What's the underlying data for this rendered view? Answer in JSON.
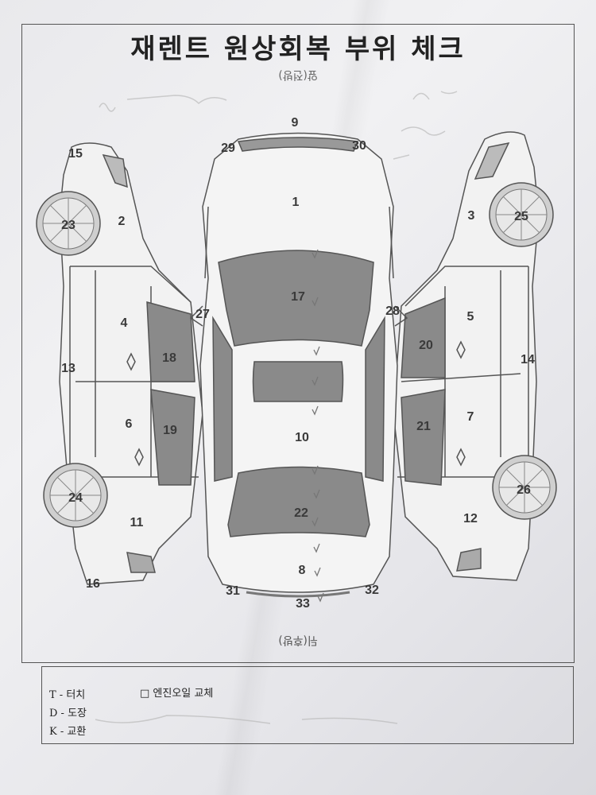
{
  "title": "재렌트 원상회복 부위 체크",
  "front_label": "앞(전방)",
  "rear_label": "뒤(후방)",
  "part_numbers": {
    "n1": "1",
    "n2": "2",
    "n3": "3",
    "n4": "4",
    "n5": "5",
    "n6": "6",
    "n7": "7",
    "n8": "8",
    "n9": "9",
    "n10": "10",
    "n11": "11",
    "n12": "12",
    "n13": "13",
    "n14": "14",
    "n15": "15",
    "n16": "16",
    "n17": "17",
    "n18": "18",
    "n19": "19",
    "n20": "20",
    "n21": "21",
    "n22": "22",
    "n23": "23",
    "n24": "24",
    "n25": "25",
    "n26": "26",
    "n27": "27",
    "n28": "28",
    "n29": "29",
    "n30": "30",
    "n31": "31",
    "n32": "32",
    "n33": "33"
  },
  "legend": {
    "touch": "T - 터치",
    "paint": "D - 도장",
    "replace": "K - 교환",
    "oil_checkbox": "□ 엔진오일 교체"
  }
}
